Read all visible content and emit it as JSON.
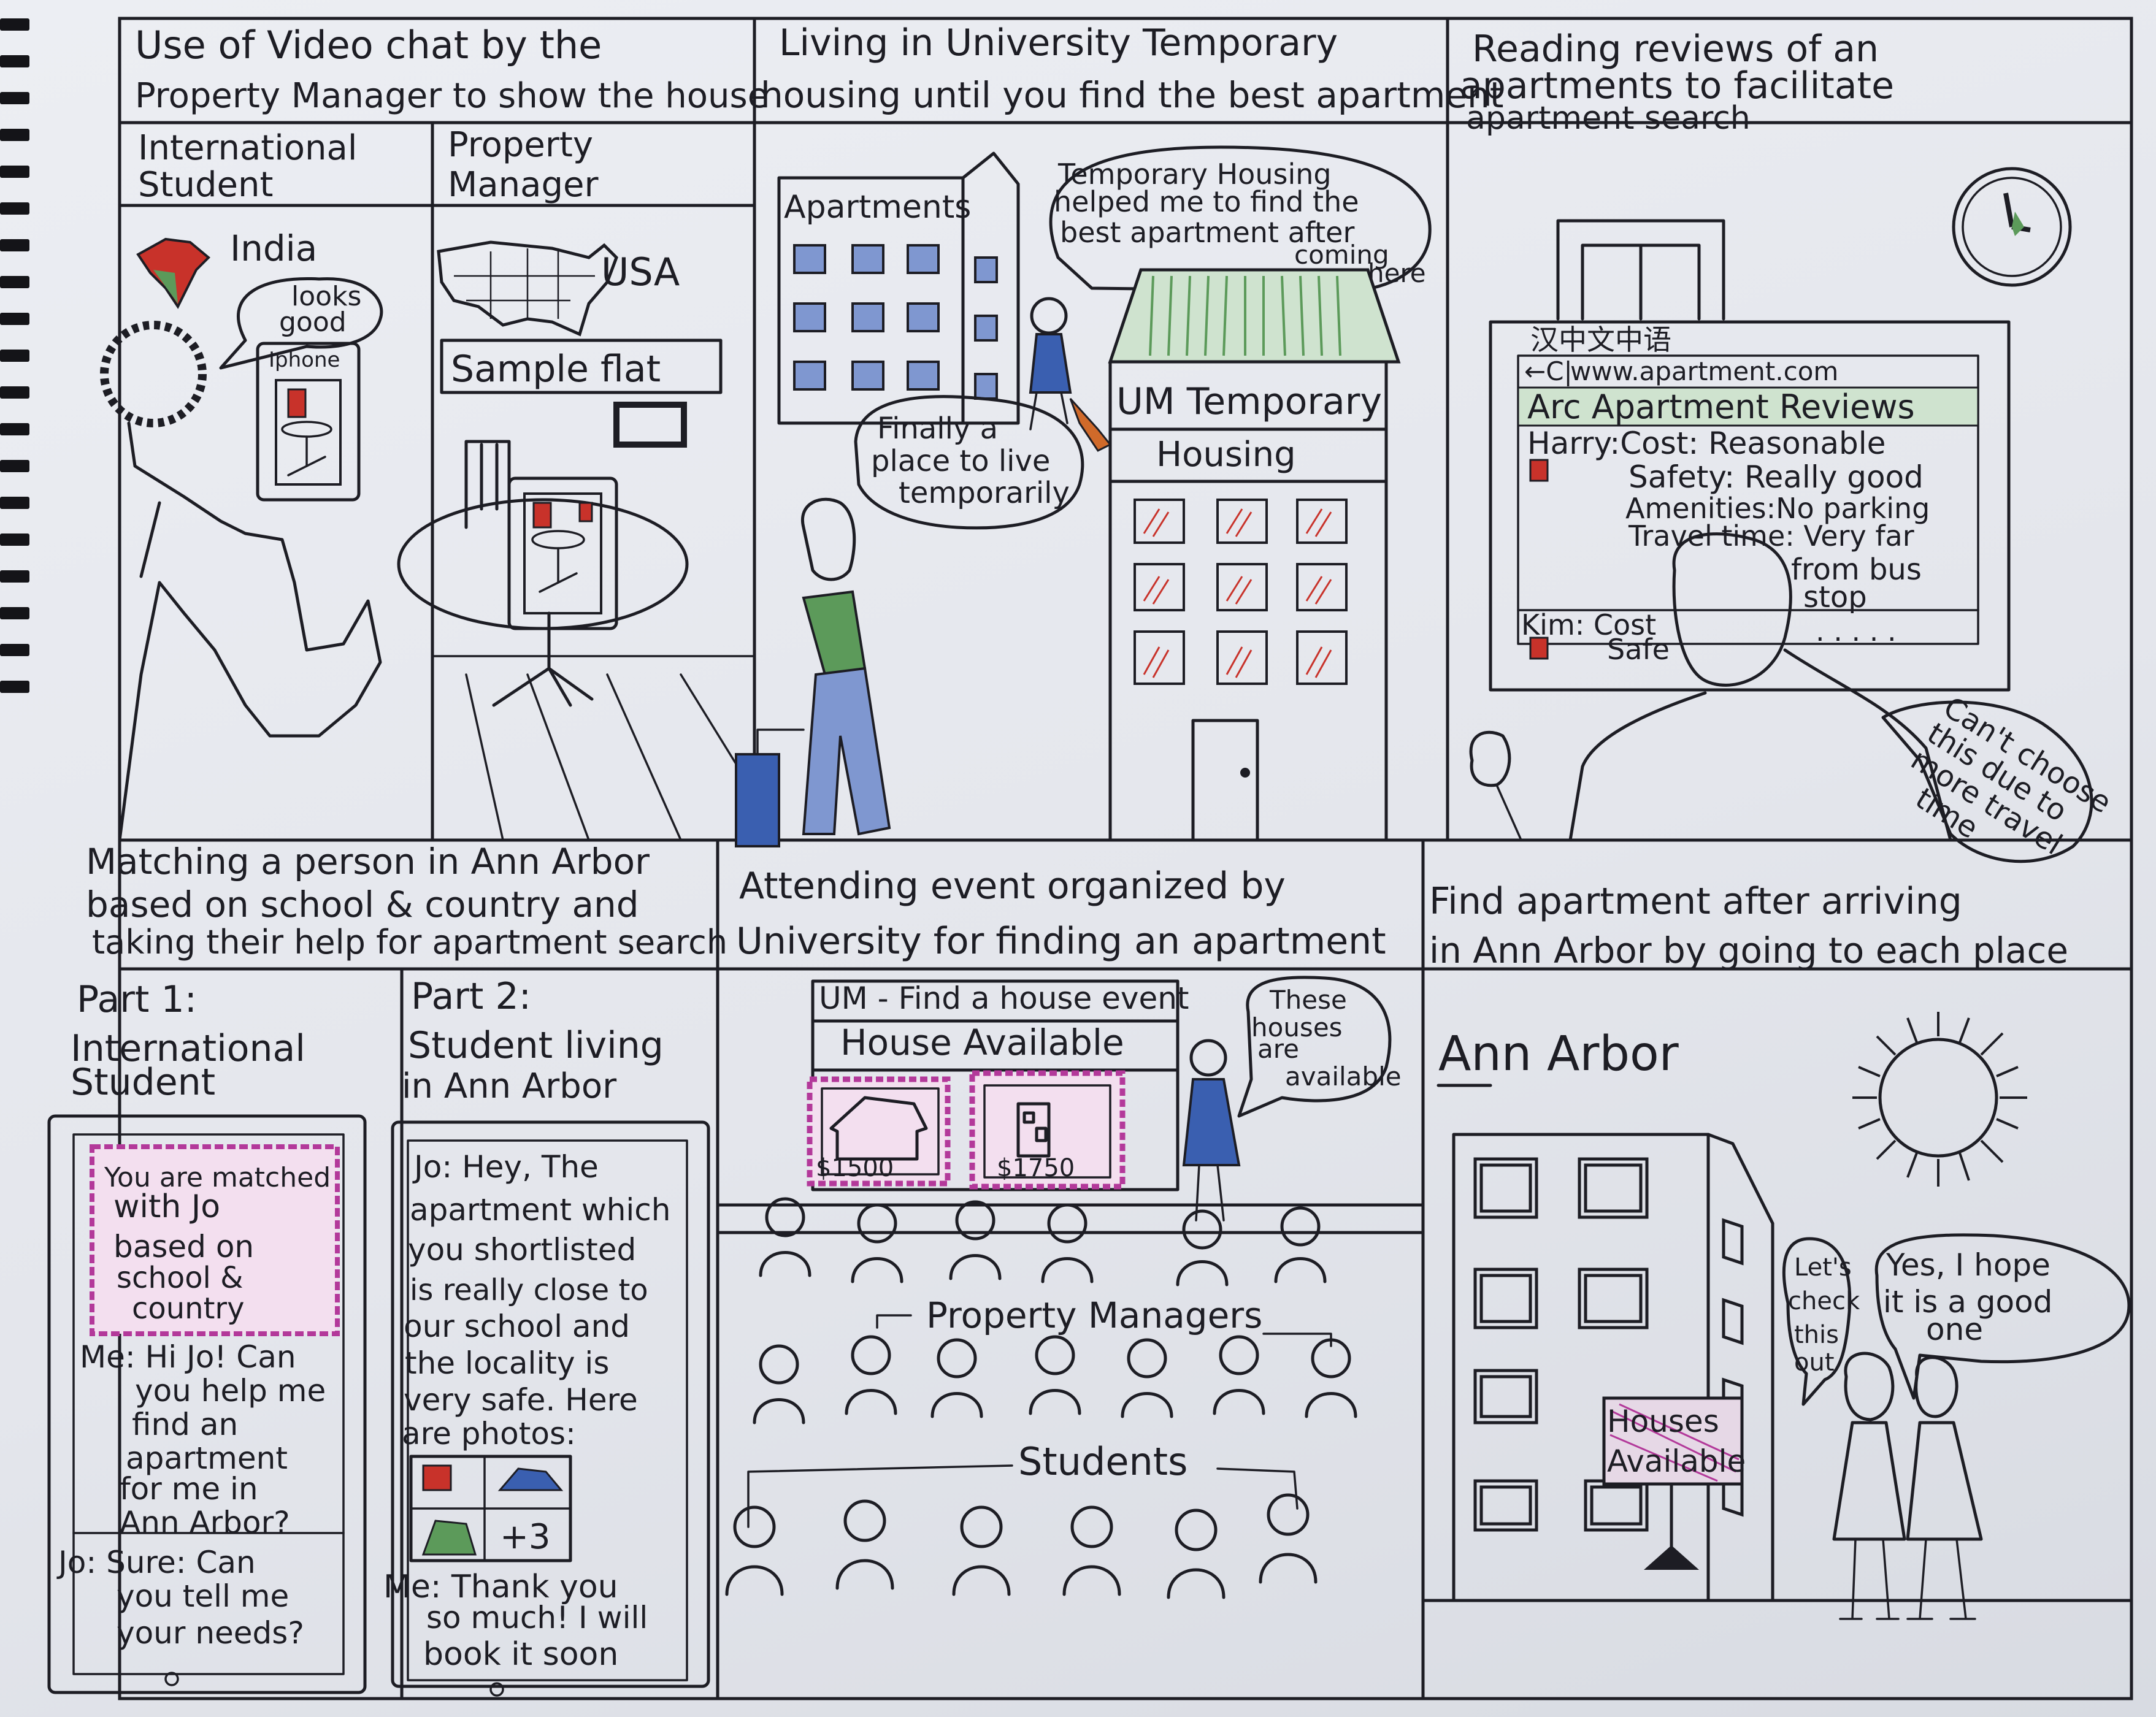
{
  "panels": [
    {
      "caption": [
        "Use of Video chat by the",
        "Property Manager to show the house"
      ],
      "left_header": [
        "International",
        "Student"
      ],
      "right_header": [
        "Property",
        "Manager"
      ],
      "country_left": "India",
      "country_right": "USA",
      "bubble": [
        "looks",
        "good"
      ],
      "phone_label": "Iphone",
      "sample_sign": "Sample flat"
    },
    {
      "caption": [
        "Living in University Temporary",
        "housing until you find the best apartment"
      ],
      "apartments_sign": "Apartments",
      "bubble_woman": [
        "Temporary Housing",
        "helped me to find the",
        "best apartment after",
        "coming",
        "here"
      ],
      "bubble_man": [
        "Finally a",
        "place to live",
        "temporarily"
      ],
      "building_sign": "UM Temporary",
      "building_sign2": "Housing"
    },
    {
      "caption": [
        "Reading reviews of an",
        "apartments to facilitate",
        "apartment search"
      ],
      "lang_bar": "汉中文中语",
      "url": "www.apartment.com",
      "site_title": "Arc Apartment Reviews",
      "review1": [
        "Harry:Cost: Reasonable",
        "Safety: Really good",
        "Amenities:No parking",
        "Travel time: Very far",
        "from bus",
        "stop"
      ],
      "review2": [
        "Kim: Cost",
        "Safe"
      ],
      "review2_dots": ". . . . .",
      "bubble": [
        "Can't choose",
        "this due to",
        "more travel",
        "time"
      ]
    },
    {
      "caption": [
        "Matching a person in Ann Arbor",
        "based on school & country and",
        "taking their help for apartment search"
      ],
      "part1": [
        "Part 1:",
        "International",
        "Student"
      ],
      "part2": [
        "Part 2:",
        "Student living",
        "in Ann Arbor"
      ],
      "match_box": [
        "You are matched",
        "with Jo",
        "based on",
        "school &",
        "country"
      ],
      "chat1": [
        "Me: Hi Jo! Can",
        "you help me",
        "find an",
        "apartment",
        "for me in",
        "Ann Arbor?"
      ],
      "chat2": [
        "Jo: Sure: Can",
        "you tell me",
        "your needs?"
      ],
      "chat3": [
        "Jo: Hey, The",
        "apartment which",
        "you shortlisted",
        "is really close to",
        "our school and",
        "the locality is",
        "very safe. Here",
        "are photos:"
      ],
      "photo_more": "+3",
      "chat4": [
        "Me: Thank you",
        "so much! I will",
        "book it soon"
      ]
    },
    {
      "caption": [
        "Attending event organized by",
        "University for finding an apartment"
      ],
      "event_title": "UM - Find a house event",
      "available": "House Available",
      "price1": "$1500",
      "price2": "$1750",
      "bubble": [
        "These",
        "houses",
        "are",
        "available"
      ],
      "group1": "Property Managers",
      "group2": "Students"
    },
    {
      "caption": [
        "Find apartment after arriving",
        "in Ann Arbor by going to each place"
      ],
      "city": "Ann Arbor",
      "sign": [
        "Houses",
        "Available"
      ],
      "bubble1": [
        "Let's",
        "check",
        "this",
        "out"
      ],
      "bubble2": [
        "Yes, I hope",
        "it is a good",
        "one"
      ]
    }
  ],
  "colors": {
    "paper": "#e6e8ee",
    "ink": "#1d1d24",
    "green": "#5c9a5a",
    "blue": "#3a5fb0",
    "red": "#c8322a",
    "pink": "#b3399a",
    "orange": "#d06a2a"
  }
}
